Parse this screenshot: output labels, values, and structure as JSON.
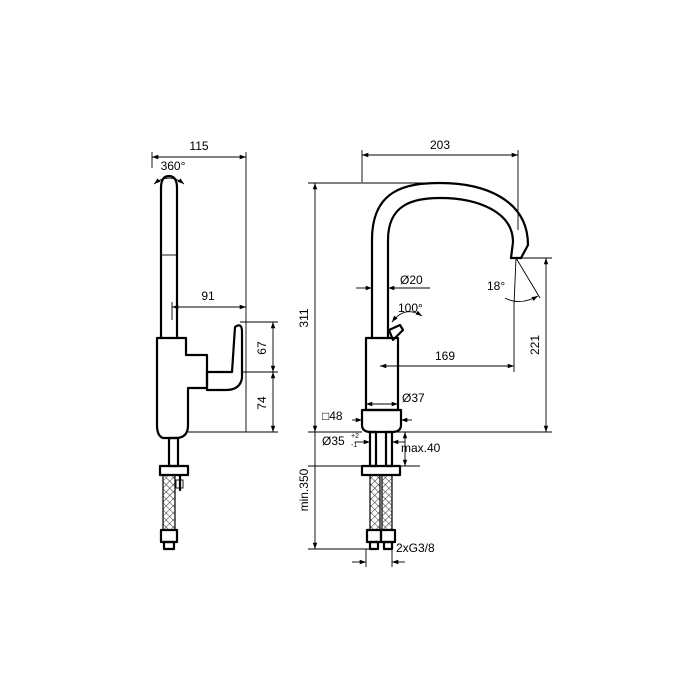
{
  "side_view": {
    "dimensions": {
      "width_total": "115",
      "rotation": "360°",
      "handle_offset": "91",
      "handle_height": "67",
      "base_height": "74"
    }
  },
  "front_view": {
    "dimensions": {
      "width_total": "203",
      "height_total": "311",
      "spout_height": "221",
      "spout_reach": "169",
      "spout_diameter": "Ø20",
      "spout_angle": "18°",
      "lever_angle": "100°",
      "body_diameter": "Ø37",
      "base_square": "□48",
      "hole_diameter": "Ø35",
      "hole_tol_plus": "+2",
      "hole_tol_minus": "-1",
      "max_thickness": "max.40",
      "min_hose": "min.350",
      "connections": "2xG3/8"
    }
  }
}
